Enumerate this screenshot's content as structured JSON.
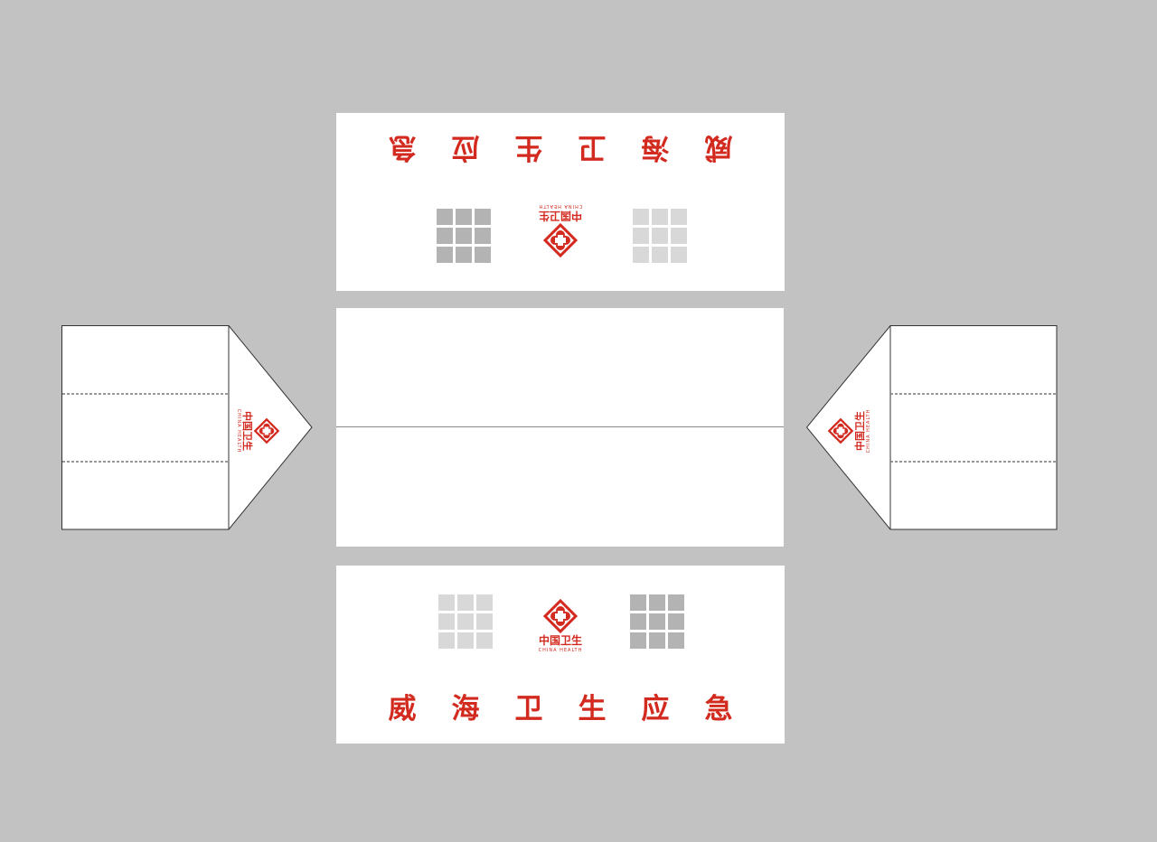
{
  "slogan": [
    "威",
    "海",
    "卫",
    "生",
    "应",
    "急"
  ],
  "logo": {
    "name_cn": "中国卫生",
    "name_en": "CHINA HEALTH"
  },
  "colors": {
    "background": "#c2c2c2",
    "panel": "#ffffff",
    "brand_red": "#d32a1f",
    "qr_dark": "#b3b3b3",
    "qr_light": "#d8d8d8",
    "outline": "#333333",
    "perforation": "#777777"
  },
  "icons": {
    "logo": "china-health-logo-icon",
    "qr": "qr-code-placeholder-icon"
  }
}
